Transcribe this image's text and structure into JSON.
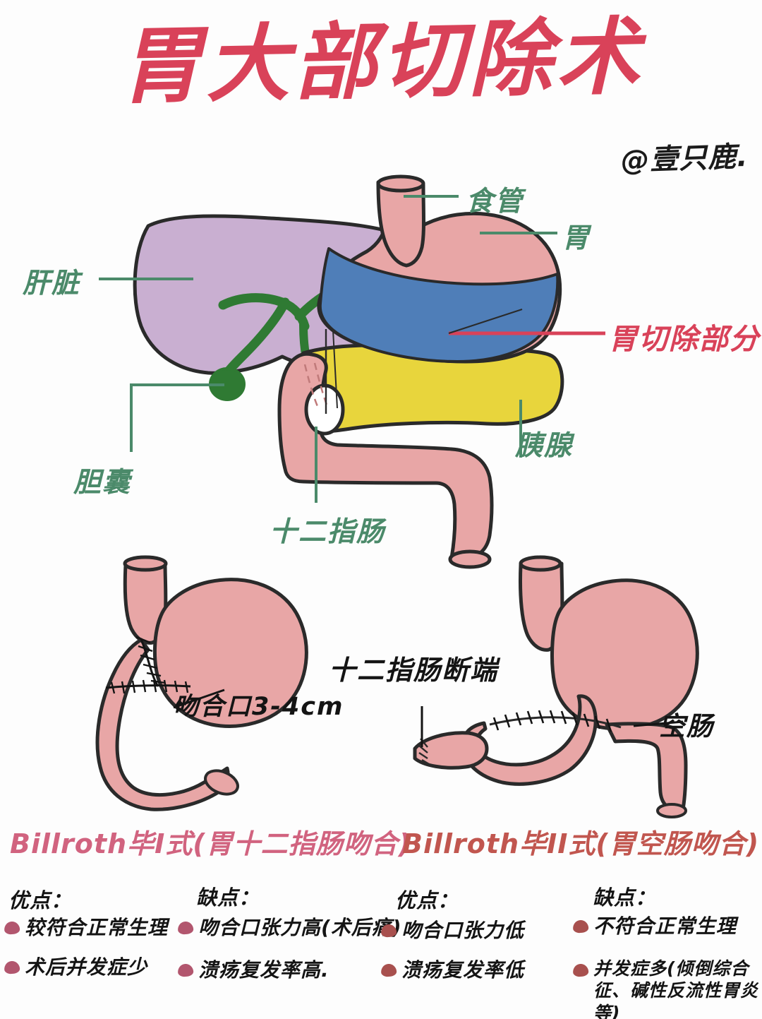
{
  "title": "胃大部切除术",
  "signature": "@壹只鹿.",
  "colors": {
    "title_pink": "#d94259",
    "label_green": "#4b8a6a",
    "organ_pink": "#e8a6a6",
    "liver_purple": "#c9afd1",
    "gallbladder_green": "#2f7a33",
    "pancreas_yellow": "#e8d53c",
    "resection_blue": "#4f7eb8",
    "bullet_red": "#b2566e",
    "ink_black": "#141414"
  },
  "anatomy_labels": {
    "esophagus": "食管",
    "stomach": "胃",
    "liver": "肝脏",
    "gallbladder": "胆囊",
    "duodenum": "十二指肠",
    "pancreas": "胰腺",
    "resected_part": "胃切除部分"
  },
  "billroth1_diagram": {
    "anastomosis_note": "吻合口3-4cm"
  },
  "billroth2_diagram": {
    "duodenal_stump": "十二指肠断端",
    "jejunum": "空肠"
  },
  "sections": [
    {
      "heading": "Billroth毕I式(胃十二指肠吻合)",
      "pros_head": "优点：",
      "pros": [
        "较符合正常生理",
        "术后并发症少"
      ],
      "cons_head": "缺点：",
      "cons": [
        "吻合口张力高(术后痛)",
        "溃疡复发率高."
      ]
    },
    {
      "heading": "Billroth毕II式(胃空肠吻合)",
      "pros_head": "优点：",
      "pros": [
        "吻合口张力低",
        "溃疡复发率低"
      ],
      "cons_head": "缺点：",
      "cons": [
        "不符合正常生理",
        "并发症多(倾倒综合\n征、碱性反流性胃炎等)"
      ]
    }
  ]
}
